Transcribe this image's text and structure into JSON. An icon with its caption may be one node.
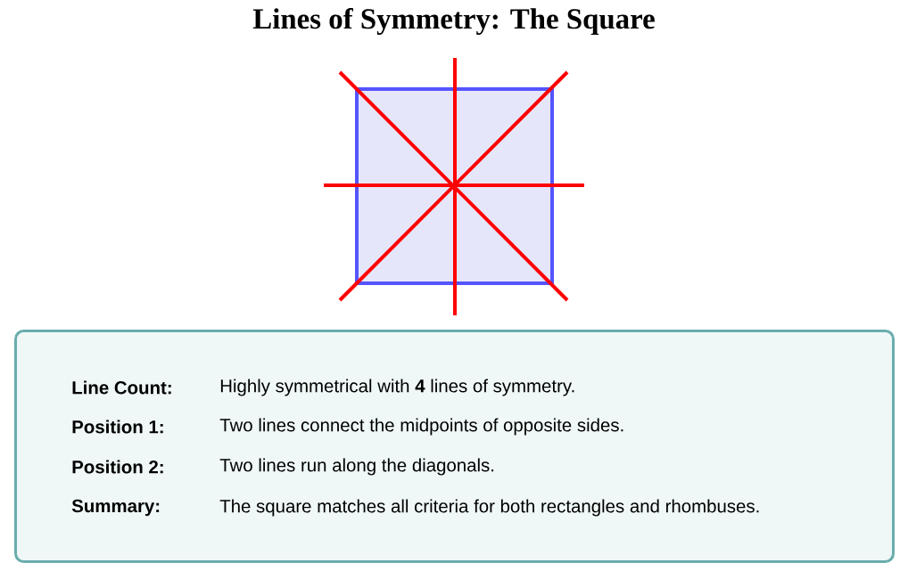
{
  "diagram": {
    "title": "Lines of Symmetry: The Square",
    "nodes": [
      {
        "text": [
          "Line Count:",
          "Highly symmetrical with **4** lines of symmetry.",
          "Position 1:",
          "Two lines connect the midpoints of opposite sides.",
          "Position 2:",
          "Two lines run along the diagonals.",
          "Summary:",
          "The square matches all criteria for both rectangles and rhombuses."
        ]
      }
    ]
  }
}
